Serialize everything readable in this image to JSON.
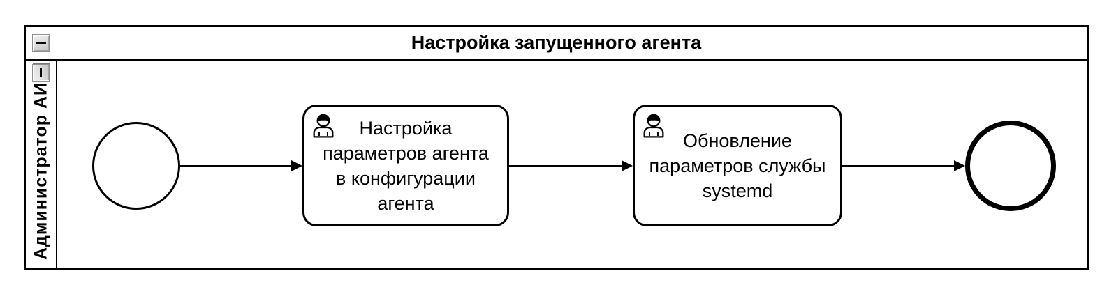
{
  "diagram": {
    "type": "bpmn-process",
    "pool": {
      "title": "Настройка запущенного агента",
      "lane_label": "Администратор АИС",
      "collapse_icon": "minus"
    },
    "nodes": {
      "start_event": {
        "type": "start-event",
        "label": ""
      },
      "task1": {
        "type": "user-task",
        "label": "Настройка параметров агента в конфигурации агента",
        "label_wrapped": "Настройка\nпараметров агента\nв конфигурации\nагента",
        "icon": "user-icon"
      },
      "task2": {
        "type": "user-task",
        "label": "Обновление параметров службы systemd",
        "label_wrapped": "Обновление\nпараметров службы\nsystemd",
        "icon": "user-icon"
      },
      "end_event": {
        "type": "end-event",
        "label": ""
      }
    },
    "flows": [
      {
        "from": "start_event",
        "to": "task1"
      },
      {
        "from": "task1",
        "to": "task2"
      },
      {
        "from": "task2",
        "to": "end_event"
      }
    ],
    "colors": {
      "line": "#000000",
      "background": "#ffffff",
      "button_face": "#d8d8d8"
    }
  }
}
